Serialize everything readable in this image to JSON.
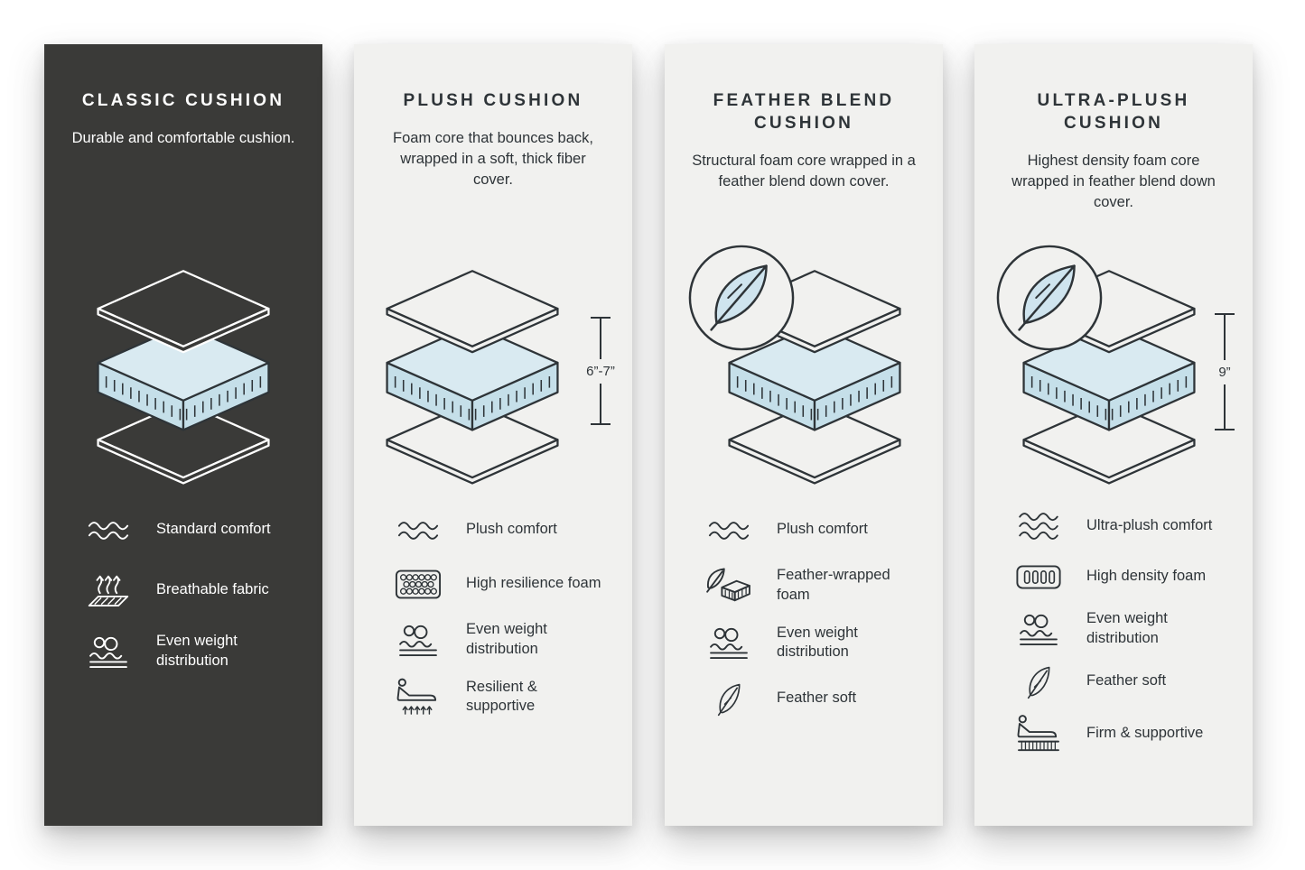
{
  "infographic": {
    "colors": {
      "dark_panel_background": "#3a3a38",
      "light_panel_background": "#f1f1ef",
      "foam_blue_top": "#d9eaf1",
      "foam_blue_side": "#c5dfe9",
      "ink": "#2e3438"
    }
  },
  "panels": [
    {
      "title": "CLASSIC CUSHION",
      "description": "Durable and comfortable cushion.",
      "features": [
        {
          "icon": "comfort-waves-icon",
          "label": "Standard comfort"
        },
        {
          "icon": "breathable-fabric-icon",
          "label": "Breathable fabric"
        },
        {
          "icon": "even-weight-icon",
          "label": "Even weight distribution"
        }
      ]
    },
    {
      "title": "PLUSH CUSHION",
      "description": "Foam core that bounces back, wrapped in a soft, thick fiber cover.",
      "measurement": "6”-7”",
      "features": [
        {
          "icon": "comfort-waves-icon",
          "label": "Plush comfort"
        },
        {
          "icon": "resilience-foam-icon",
          "label": "High resilience foam"
        },
        {
          "icon": "even-weight-icon",
          "label": "Even weight distribution"
        },
        {
          "icon": "resilient-supportive-icon",
          "label": "Resilient & supportive"
        }
      ]
    },
    {
      "title": "FEATHER BLEND CUSHION",
      "description": "Structural foam core wrapped in a feather blend down cover.",
      "features": [
        {
          "icon": "comfort-waves-icon",
          "label": "Plush comfort"
        },
        {
          "icon": "feather-wrapped-foam-icon",
          "label": "Feather-wrapped foam"
        },
        {
          "icon": "even-weight-icon",
          "label": "Even weight distribution"
        },
        {
          "icon": "feather-soft-icon",
          "label": "Feather soft"
        }
      ]
    },
    {
      "title": "ULTRA-PLUSH CUSHION",
      "description": "Highest density foam core wrapped in feather blend down cover.",
      "measurement": "9”",
      "features": [
        {
          "icon": "ultra-comfort-waves-icon",
          "label": "Ultra-plush comfort"
        },
        {
          "icon": "density-foam-icon",
          "label": "High density foam"
        },
        {
          "icon": "even-weight-icon",
          "label": "Even weight distribution"
        },
        {
          "icon": "feather-soft-icon",
          "label": "Feather soft"
        },
        {
          "icon": "firm-supportive-icon",
          "label": "Firm & supportive"
        }
      ]
    }
  ]
}
